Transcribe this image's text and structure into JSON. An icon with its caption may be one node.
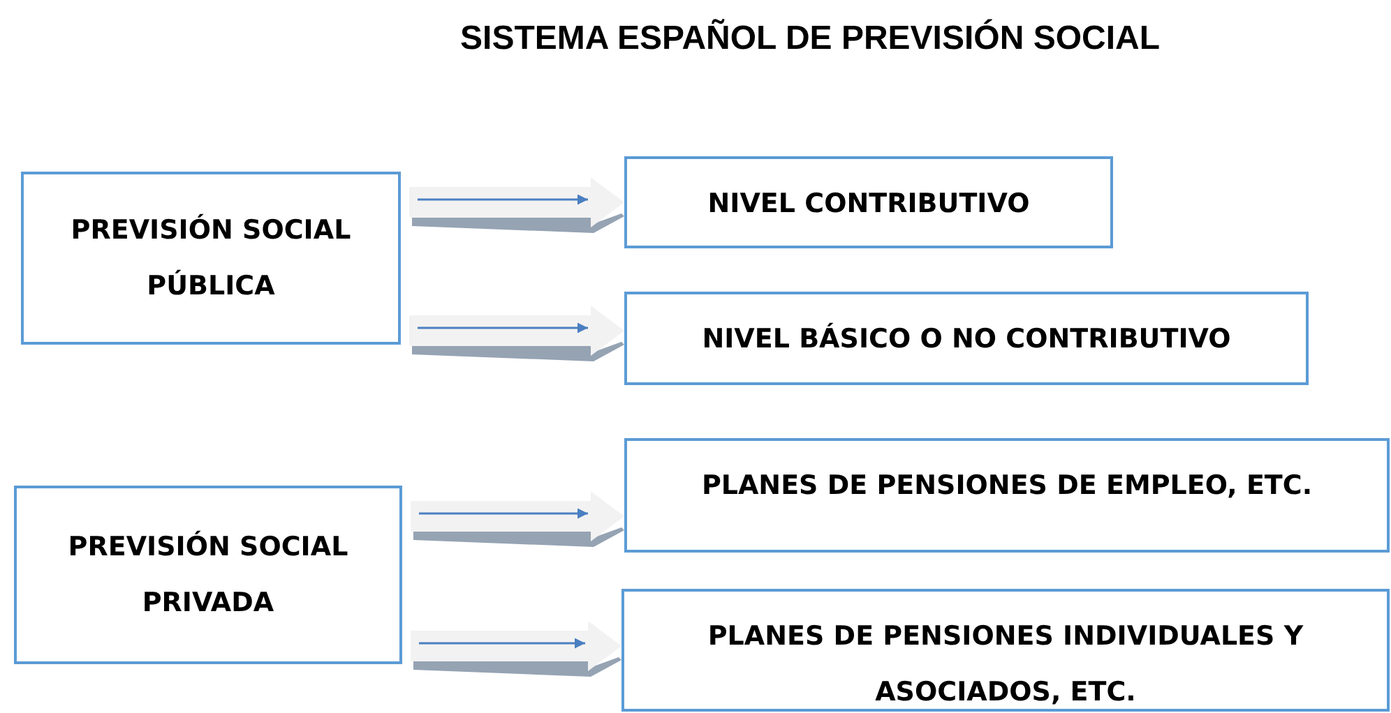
{
  "diagram": {
    "title": "SISTEMA ESPAÑOL DE PREVISIÓN SOCIAL",
    "nodes": [
      {
        "text": [
          "PREVISIÓN SOCIAL PÚBLICA"
        ]
      },
      {
        "text": [
          "NIVEL CONTRIBUTIVO"
        ]
      },
      {
        "text": [
          "NIVEL BÁSICO O NO CONTRIBUTIVO"
        ]
      },
      {
        "text": [
          "PREVISIÓN SOCIAL PRIVADA"
        ]
      },
      {
        "text": [
          "PLANES DE PENSIONES DE EMPLEO, ETC."
        ]
      },
      {
        "text": [
          "PLANES DE PENSIONES INDIVIDUALES Y ASOCIADOS, ETC."
        ]
      }
    ],
    "edges": [
      {
        "from": 0,
        "to": 1,
        "arrow": "to"
      },
      {
        "from": 0,
        "to": 2,
        "arrow": "to"
      },
      {
        "from": 3,
        "to": 4,
        "arrow": "to"
      },
      {
        "from": 3,
        "to": 5,
        "arrow": "to"
      }
    ]
  }
}
